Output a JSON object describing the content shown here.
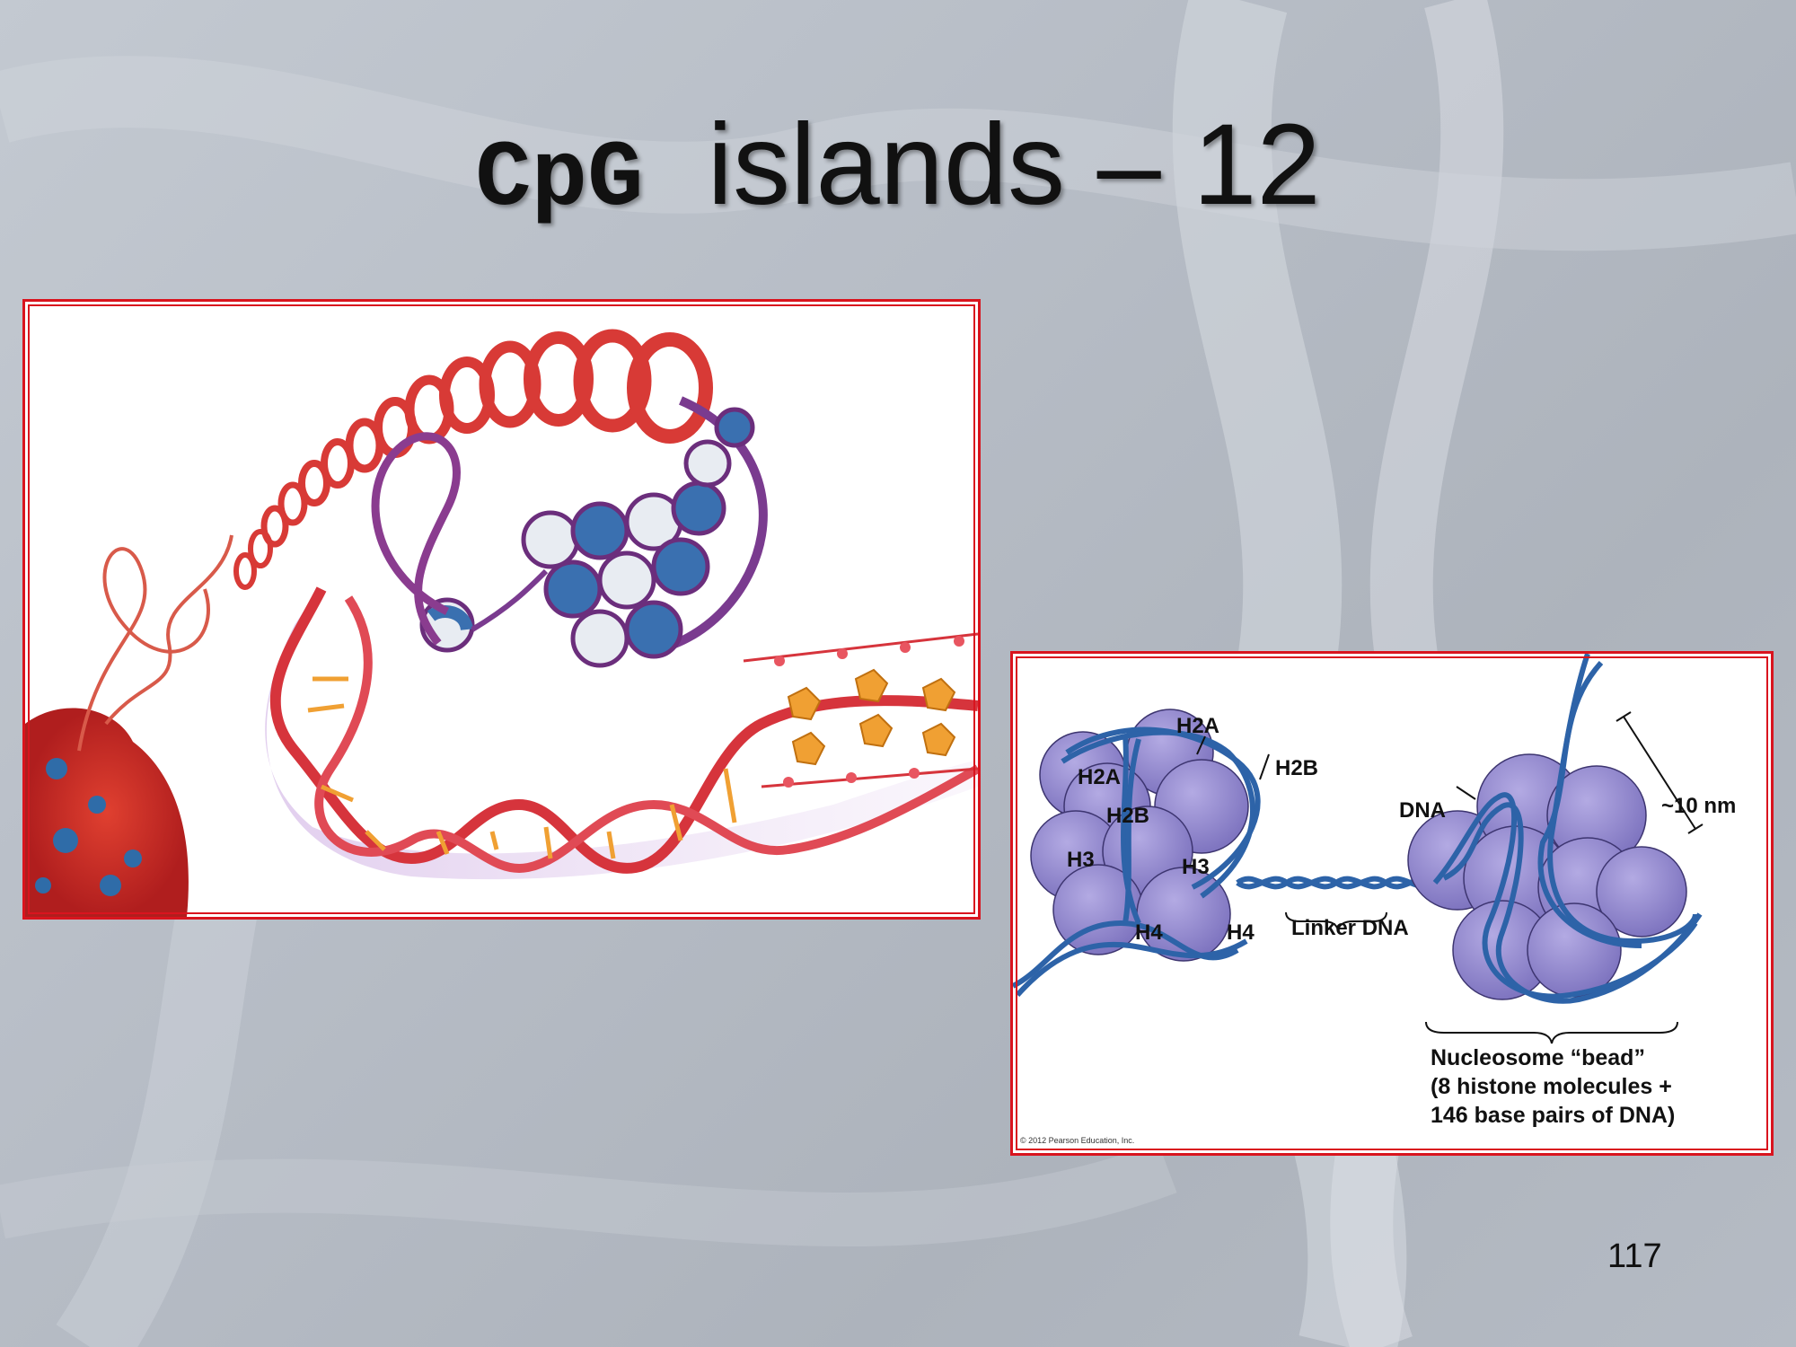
{
  "slide": {
    "title_code": "CpG",
    "title_rest": "islands – 12",
    "page_number": "117"
  },
  "nucleosome_figure": {
    "labels": {
      "h2a_top": "H2A",
      "h2a_left": "H2A",
      "h2b_top": "H2B",
      "h2b_inner": "H2B",
      "h3_left": "H3",
      "h3_inner": "H3",
      "h4_left": "H4",
      "h4_right": "H4",
      "dna": "DNA",
      "linker_dna": "Linker DNA",
      "size": "~10 nm",
      "bead_line1": "Nucleosome “bead”",
      "bead_line2": "(8 histone molecules +",
      "bead_line3": "146 base pairs of DNA)",
      "copyright": "© 2012 Pearson Education, Inc."
    },
    "colors": {
      "histone": "#8f86cc",
      "dna": "#2d63a8"
    }
  },
  "chromatin_illustration": {
    "colors": {
      "ribbon": "#d6343c",
      "histone_blue": "#3a70b0",
      "histone_white": "#e8ecf2",
      "base_pairs": "#f0a033"
    }
  }
}
